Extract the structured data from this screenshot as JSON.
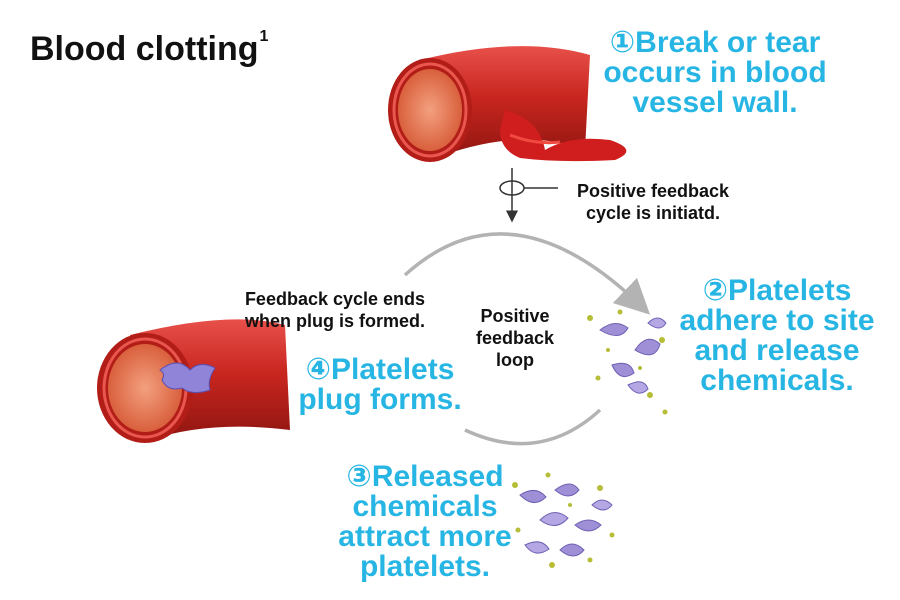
{
  "title": {
    "text": "Blood clotting",
    "superscript": "1"
  },
  "steps": [
    {
      "lines": [
        "①Break or tear",
        "occurs in blood",
        "vessel wall."
      ]
    },
    {
      "lines": [
        "②Platelets",
        "adhere to site",
        "and release",
        "chemicals."
      ]
    },
    {
      "lines": [
        "③Released",
        "chemicals",
        "attract more",
        "platelets."
      ]
    },
    {
      "lines": [
        "④Platelets",
        "plug forms."
      ]
    }
  ],
  "notes": {
    "initiated": [
      "Positive feedback",
      "cycle is initiatd."
    ],
    "ends": [
      "Feedback cycle ends",
      "when plug is formed."
    ],
    "loop": [
      "Positive",
      "feedback",
      "loop"
    ]
  },
  "colors": {
    "step_text": "#27b6e3",
    "vessel": "#c8261f",
    "blood": "#d01e1e",
    "platelet": "#9f8fd6",
    "granule": "#b6bd36",
    "arrow": "#b3b3b3"
  }
}
